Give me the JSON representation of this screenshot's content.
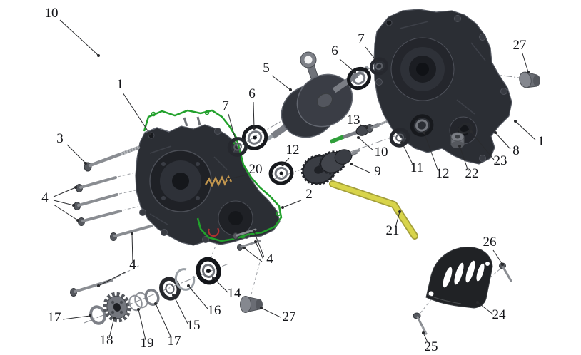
{
  "figure": {
    "subject": "Engine crankcase exploded-view parts diagram",
    "colors": {
      "background": "#ffffff",
      "case_body": "#2b2e34",
      "case_edge": "#565a63",
      "gasket_green": "#22a12c",
      "tool_yellow": "#d8d44a",
      "shaft_tip_green": "#2f9e3a",
      "spring_gold": "#c2964e",
      "guard_black": "#202225",
      "metal_gray": "#8a8d92",
      "label_ink": "#141519"
    }
  },
  "callouts": [
    {
      "label": "10"
    },
    {
      "label": "1"
    },
    {
      "label": "3"
    },
    {
      "label": "4"
    },
    {
      "label": "7"
    },
    {
      "label": "6"
    },
    {
      "label": "5"
    },
    {
      "label": "6"
    },
    {
      "label": "7"
    },
    {
      "label": "27"
    },
    {
      "label": "13"
    },
    {
      "label": "12"
    },
    {
      "label": "10"
    },
    {
      "label": "9"
    },
    {
      "label": "11"
    },
    {
      "label": "12"
    },
    {
      "label": "22"
    },
    {
      "label": "23"
    },
    {
      "label": "8"
    },
    {
      "label": "1"
    },
    {
      "label": "20"
    },
    {
      "label": "2"
    },
    {
      "label": "21"
    },
    {
      "label": "4"
    },
    {
      "label": "4"
    },
    {
      "label": "26"
    },
    {
      "label": "24"
    },
    {
      "label": "25"
    },
    {
      "label": "14"
    },
    {
      "label": "16"
    },
    {
      "label": "15"
    },
    {
      "label": "27"
    },
    {
      "label": "17"
    },
    {
      "label": "18"
    },
    {
      "label": "19"
    },
    {
      "label": "17"
    }
  ]
}
